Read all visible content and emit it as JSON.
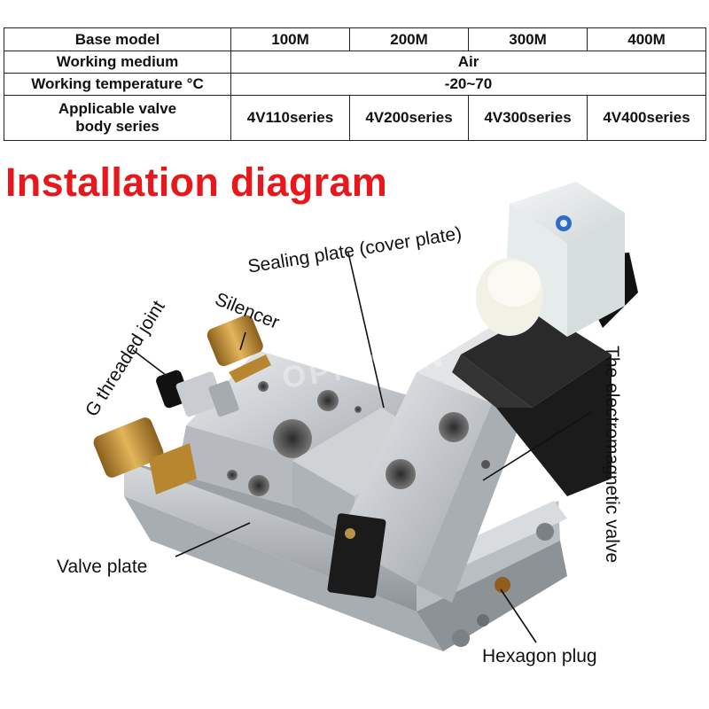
{
  "table": {
    "rows": [
      {
        "label": "Base model",
        "cells": [
          "100M",
          "200M",
          "300M",
          "400M"
        ]
      },
      {
        "label": "Working medium",
        "span_value": "Air"
      },
      {
        "label": "Working temperature °C",
        "span_value": "-20~70"
      },
      {
        "label_line1": "Applicable valve",
        "label_line2": "body series",
        "cells": [
          "4V110series",
          "4V200series",
          "4V300series",
          "4V400series"
        ]
      }
    ]
  },
  "title": "Installation diagram",
  "labels": {
    "sealing_plate": "Sealing plate (cover plate)",
    "silencer": "Silencer",
    "g_threaded_joint": "G threaded joint",
    "electromagnetic_valve": "The electromagnetic valve",
    "valve_plate": "Valve plate",
    "hexagon_plug": "Hexagon plug"
  },
  "watermark": "OPP MAN",
  "colors": {
    "title": "#e8171c",
    "aluminum": "#c9ccd0",
    "brass": "#c89a3c",
    "coil": "#1b1b1b"
  }
}
